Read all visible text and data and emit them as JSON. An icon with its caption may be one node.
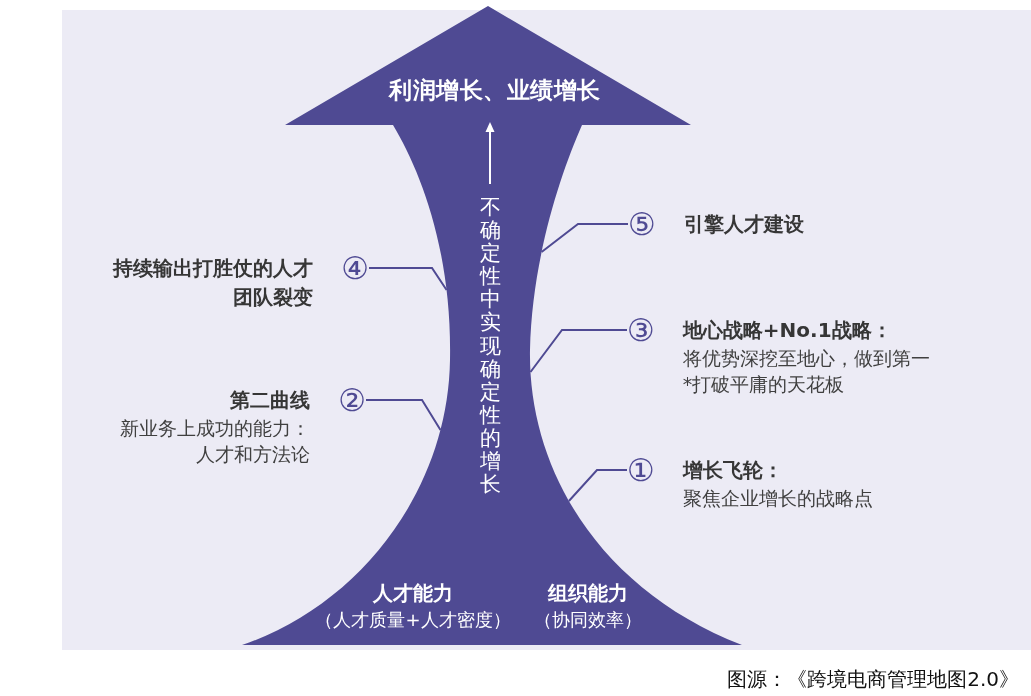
{
  "diagram": {
    "caption": "图源：《跨境电商管理地图2.0》",
    "nodes": [
      {
        "text": [
          "利润增长、业绩增长",
          "不确定性中实现确定性的增长",
          "人才能力",
          "（人才质量+人才密度）",
          "组织能力",
          "（协同效率）"
        ]
      },
      {
        "text": [
          "⑤",
          "引擎人才建设"
        ]
      },
      {
        "text": [
          "持续输出打胜仗的人才团队裂变",
          "④"
        ]
      },
      {
        "text": [
          "③",
          "地心战略+No.1战略：",
          "将优势深挖至地心，做到第一",
          "*打破平庸的天花板"
        ]
      },
      {
        "text": [
          "第二曲线",
          "②",
          "新业务上成功的能力：人才和方法论"
        ]
      },
      {
        "text": [
          "①",
          "增长飞轮：",
          "聚焦企业增长的战略点"
        ]
      }
    ],
    "edges": [
      {
        "from": 1,
        "to": 0,
        "arrow": "none"
      },
      {
        "from": 2,
        "to": 0,
        "arrow": "none"
      },
      {
        "from": 3,
        "to": 0,
        "arrow": "none"
      },
      {
        "from": 4,
        "to": 0,
        "arrow": "none"
      },
      {
        "from": 5,
        "to": 0,
        "arrow": "none"
      }
    ]
  }
}
